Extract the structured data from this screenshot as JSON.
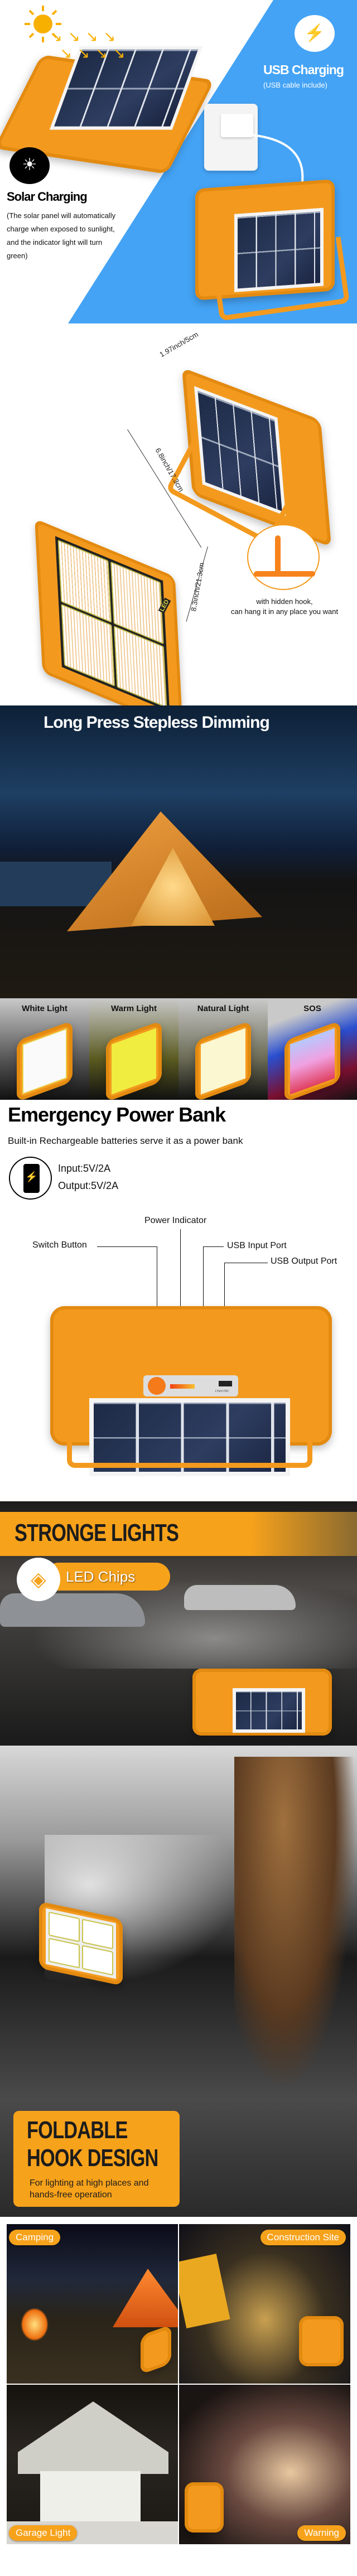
{
  "hero": {
    "usb_title": "USB Charging",
    "usb_subtitle": "(USB cable include)",
    "solar_title": "Solar Charging",
    "solar_desc": "(The solar panel will automatically charge when exposed to sunlight, and the indicator light will turn green)",
    "blue": "#44a3f5",
    "orange": "#f39a1e"
  },
  "dimensions": {
    "depth": "1.97inch/5cm",
    "width": "6.8inch/17.3cm",
    "height": "8.3inch/21.3cm",
    "hook_caption_1": "with hidden hook,",
    "hook_caption_2": "can hang it in any place you want",
    "panel_label": "LED"
  },
  "dimming": {
    "title": "Long Press Stepless Dimming",
    "modes": [
      {
        "label": "White Light"
      },
      {
        "label": "Warm Light"
      },
      {
        "label": "Natural Light"
      },
      {
        "label": "SOS"
      }
    ]
  },
  "power_bank": {
    "title": "Emergency Power Bank",
    "subtitle": "Built-in Rechargeable batteries serve it as a power bank",
    "input": "Input:5V/2A",
    "output": "Output:5V/2A",
    "callouts": {
      "power_indicator": "Power Indicator",
      "switch_button": "Switch Button",
      "usb_input": "USB Input Port",
      "usb_output": "USB Output Port"
    },
    "port_label": "OUTPUT"
  },
  "strong": {
    "title": "STRONGE LIGHTS",
    "badge": "LED Chips",
    "accent": "#f7a21b"
  },
  "hook": {
    "title_1": "FOLDABLE",
    "title_2": "HOOK DESIGN",
    "desc_1": "For lighting at high places and",
    "desc_2": "hands-free operation"
  },
  "scenes": [
    {
      "label": "Camping"
    },
    {
      "label": "Construction Site"
    },
    {
      "label": "Garage Light"
    },
    {
      "label": "Warning"
    }
  ]
}
